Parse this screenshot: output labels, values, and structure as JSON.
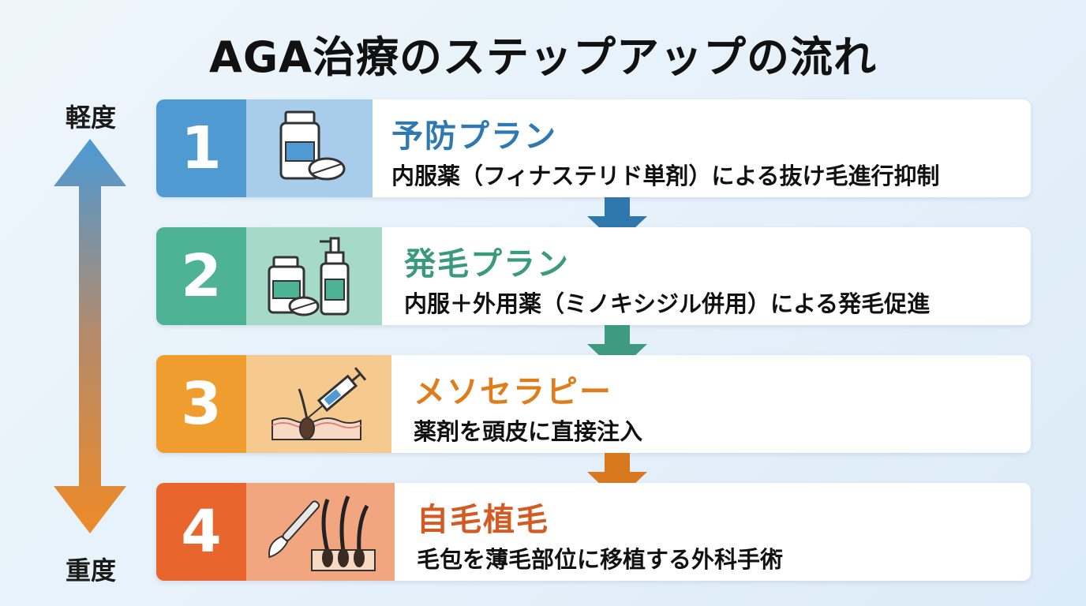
{
  "title": "AGA治療のステップアップの流れ",
  "scale": {
    "top_label": "軽度",
    "bottom_label": "重度"
  },
  "colors": {
    "step1": "#4f9ad1",
    "step1_light": "#a8cdea",
    "step1_title": "#2e78b3",
    "step2": "#4db394",
    "step2_light": "#a5dac9",
    "step2_title": "#3a9a7c",
    "step3": "#ef9d2e",
    "step3_light": "#f6c98e",
    "step3_title": "#e07c1a",
    "step4": "#e8652e",
    "step4_light": "#f2a67f",
    "step4_title": "#d45a22",
    "arrow1": "#2f78ad",
    "arrow2": "#3f9a82",
    "arrow3": "#d9791f"
  },
  "steps": [
    {
      "number": "1",
      "title": "予防プラン",
      "desc": "内服薬（フィナステリド単剤）による抜け毛進行抑制",
      "icon": "medicine-bottle-pill-icon"
    },
    {
      "number": "2",
      "title": "発毛プラン",
      "desc": "内服＋外用薬（ミノキシジル併用）による発毛促進",
      "icon": "bottle-and-spray-icon"
    },
    {
      "number": "3",
      "title": "メソセラピー",
      "desc": "薬剤を頭皮に直接注入",
      "icon": "syringe-scalp-icon"
    },
    {
      "number": "4",
      "title": "自毛植毛",
      "desc": "毛包を薄毛部位に移植する外科手術",
      "icon": "scalpel-hair-follicle-icon"
    }
  ]
}
